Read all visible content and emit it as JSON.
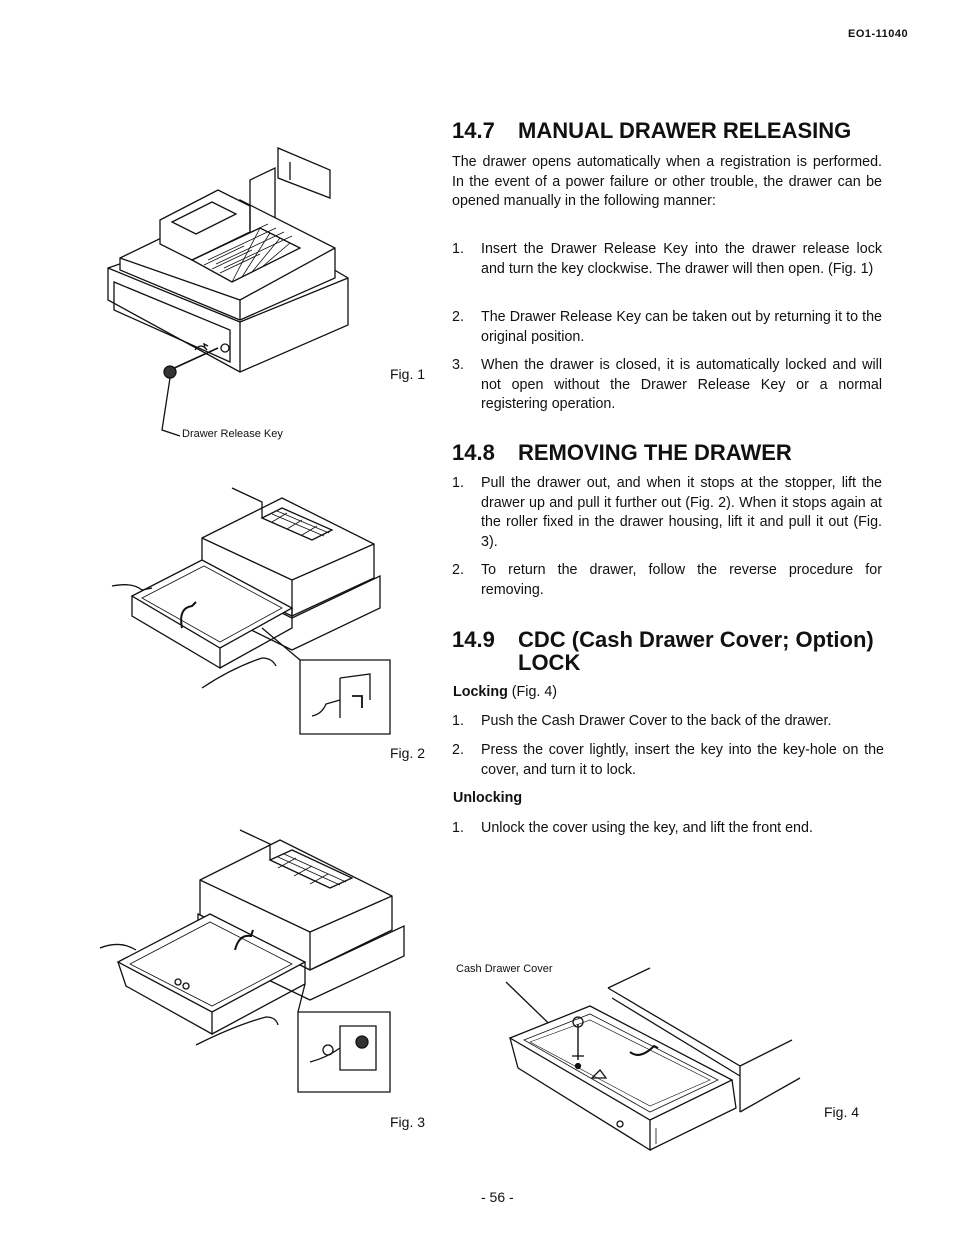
{
  "header": {
    "doc_number": "EO1-11040"
  },
  "sections": {
    "s147": {
      "number": "14.7",
      "title": "MANUAL DRAWER RELEASING",
      "intro": "The drawer opens automatically when a registration is performed.  In the event of a power failure or other trouble, the drawer can be opened manually in the following manner:",
      "steps": [
        {
          "num": "1.",
          "text": "Insert the Drawer Release Key into the drawer release lock and turn the key clockwise.  The drawer will then open.  (Fig. 1)"
        },
        {
          "num": "2.",
          "text": "The Drawer Release Key can be taken out by returning it to the original position."
        },
        {
          "num": "3.",
          "text": "When the drawer is closed, it is automatically locked and will not open without the Drawer Release Key or a normal registering operation."
        }
      ]
    },
    "s148": {
      "number": "14.8",
      "title": "REMOVING THE DRAWER",
      "steps": [
        {
          "num": "1.",
          "text": "Pull the drawer out, and when it stops at the stopper, lift the drawer up and pull it further out (Fig. 2).  When it stops again at the roller fixed in the drawer housing, lift it and pull it out (Fig. 3)."
        },
        {
          "num": "2.",
          "text": "To return the drawer, follow the reverse procedure for removing."
        }
      ]
    },
    "s149": {
      "number": "14.9",
      "title_line1": "CDC (Cash Drawer Cover; Option)",
      "title_line2": "LOCK",
      "locking_label": "Locking",
      "locking_ref": " (Fig. 4)",
      "locking_steps": [
        {
          "num": "1.",
          "text": "Push the Cash Drawer Cover to the back of the drawer."
        },
        {
          "num": "2.",
          "text": "Press the cover lightly, insert the key into the key-hole on the cover, and turn it to lock."
        }
      ],
      "unlocking_label": "Unlocking",
      "unlocking_steps": [
        {
          "num": "1.",
          "text": "Unlock the cover using the key, and lift the front end."
        }
      ]
    }
  },
  "figures": {
    "fig1": {
      "label": "Fig. 1",
      "callout": "Drawer Release Key"
    },
    "fig2": {
      "label": "Fig. 2"
    },
    "fig3": {
      "label": "Fig. 3"
    },
    "fig4": {
      "label": "Fig. 4",
      "callout": "Cash Drawer Cover"
    }
  },
  "footer": {
    "page_number": "- 56 -"
  }
}
